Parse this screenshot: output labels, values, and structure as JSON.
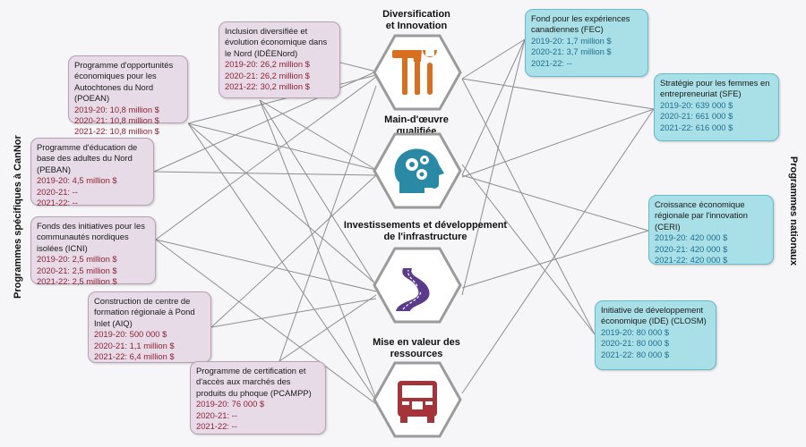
{
  "side_labels": {
    "left": "Programmes spécifiques à CanNor",
    "right": "Programmes nationaux"
  },
  "themes": [
    {
      "title_l1": "Diversification",
      "title_l2": "et Innovation",
      "icon": "tools-icon"
    },
    {
      "title_l1": "Main-d'œuvre",
      "title_l2": "qualifiée",
      "icon": "brain-gears-icon"
    },
    {
      "title_l1": "Investissements et développement",
      "title_l2": "de l'infrastructure",
      "icon": "road-icon"
    },
    {
      "title_l1": "Mise en valeur des",
      "title_l2": "ressources",
      "icon": "truck-icon"
    }
  ],
  "left_programs": [
    {
      "title": "Programme d'opportunités économiques pour les Autochtones du Nord (POEAN)",
      "values": [
        "2019-20: 10,8 million $",
        "2020-21: 10,8 million $",
        "2021-22: 10,8 million $"
      ]
    },
    {
      "title": "Inclusion diversifiée et évolution économique dans le Nord (IDÉENord)",
      "values": [
        "2019-20: 26,2 million $",
        "2020-21: 26,2 million $",
        "2021-22: 30,2 million $"
      ]
    },
    {
      "title": "Programme d'éducation de base des adultes du Nord (PEBAN)",
      "values": [
        "2019-20: 4,5 million $",
        "2020-21: --",
        "2021-22: --"
      ]
    },
    {
      "title": "Fonds des initiatives pour les communautés nordiques isolées (ICNI)",
      "values": [
        "2019-20: 2,5 million $",
        "2020-21: 2,5 million $",
        "2021-22: 2,5 million $"
      ]
    },
    {
      "title": "Construction de centre de formation régionale à Pond Inlet (AIQ)",
      "values": [
        "2019-20: 500 000 $",
        "2020-21: 1,1 million $",
        "2021-22: 6,4 million $"
      ]
    },
    {
      "title": "Programme de certification et d'accès aux marchés des produits du phoque (PCAMPP)",
      "values": [
        "2019-20: 76 000 $",
        "2020-21: --",
        "2021-22: --"
      ]
    }
  ],
  "right_programs": [
    {
      "title": "Fond pour les expériences canadiennes (FEC)",
      "values": [
        "2019-20: 1,7 million $",
        "2020-21: 3,7 million $",
        "2021-22: --"
      ]
    },
    {
      "title": "Stratégie pour les femmes en entrepreneuriat (SFE)",
      "values": [
        "2019-20: 639 000 $",
        "2020-21: 661 000 $",
        "2021-22: 616 000 $"
      ]
    },
    {
      "title": "Croissance économique régionale par l'innovation (CERI)",
      "values": [
        "2019-20: 420 000 $",
        "2020-21: 420 000 $",
        "2021-22: 420 000 $"
      ]
    },
    {
      "title": "Initiative de développement économique (IDE) (CLOSM)",
      "values": [
        "2019-20: 80 000 $",
        "2020-21: 80 000 $",
        "2021-22: 80 000 $"
      ]
    }
  ],
  "colors": {
    "left_box": "#e6dbe6",
    "right_box": "#a9dfe6",
    "left_value": "#8e2234",
    "right_value": "#1f6f93",
    "hex_border": "#9b9b9b",
    "tools": "#d86f1e",
    "brain": "#2a8aa6",
    "road": "#5b3a8c",
    "truck": "#a5343a"
  }
}
